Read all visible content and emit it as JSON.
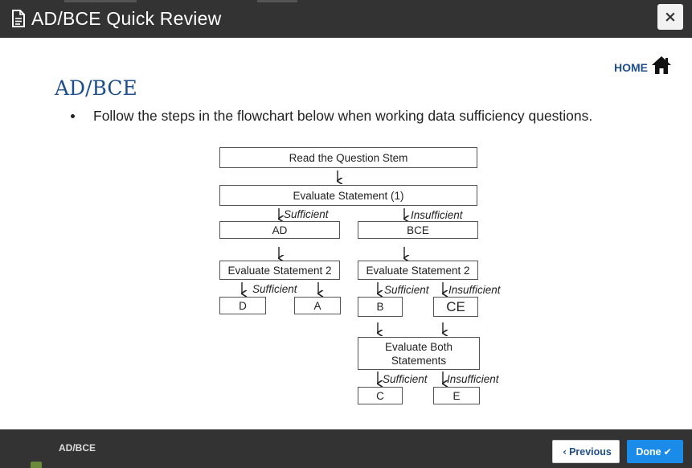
{
  "header": {
    "title": "AD/BCE Quick Review",
    "close_icon": "×"
  },
  "home": {
    "label": "HOME"
  },
  "page": {
    "title": "AD/BCE",
    "bullet": "Follow the steps in the flowchart below when working data sufficiency questions."
  },
  "flowchart": {
    "read_stem": "Read the Question Stem",
    "eval_1": "Evaluate Statement (1)",
    "sufficient": "Sufficient",
    "insufficient": "Insufficient",
    "ad": "AD",
    "bce": "BCE",
    "eval_2_left": "Evaluate Statement 2",
    "eval_2_right": "Evaluate Statement 2",
    "d": "D",
    "a": "A",
    "b": "B",
    "ce": "CE",
    "eval_both": "Evaluate Both Statements",
    "c": "C",
    "e": "E"
  },
  "footer": {
    "section_label": "AD/BCE",
    "prev_label": "Previous",
    "done_label": "Done"
  },
  "colors": {
    "header_bg": "#333333",
    "title_blue": "#1f4e8c",
    "done_blue": "#1a8be8"
  }
}
